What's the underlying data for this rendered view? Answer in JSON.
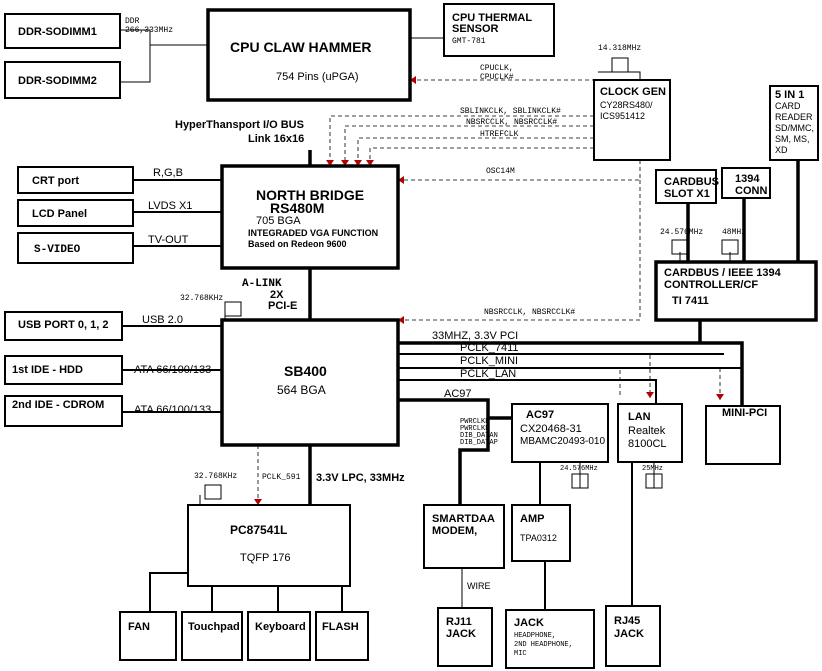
{
  "blocks": {
    "ddr1": "DDR-SODIMM1",
    "ddr2": "DDR-SODIMM2",
    "cpu_title": "CPU CLAW HAMMER",
    "cpu_pins": "754 Pins  (uPGA)",
    "thermal_l1": "CPU THERMAL",
    "thermal_l2": "SENSOR",
    "thermal_part": "GMT-781",
    "clock_title": "CLOCK GEN",
    "clock_l2": "CY28RS480/",
    "clock_l3": "ICS951412",
    "nb_l1": "NORTH BRIDGE",
    "nb_l2": "RS480M",
    "nb_l3": "705 BGA",
    "nb_l4": "INTEGRADED VGA FUNCTION",
    "nb_l5": "Based on Redeon 9600",
    "crt": "CRT port",
    "lcd": "LCD Panel",
    "svideo": "S-VIDEO",
    "card_l1": "5 IN 1",
    "card_l2": "CARD",
    "card_l3": "READER",
    "card_l4": "SD/MMC,",
    "card_l5": "SM, MS,",
    "card_l6": "XD",
    "cardbus_slot_l1": "CARDBUS",
    "cardbus_slot_l2": "SLOT X1",
    "conn1394_l1": "1394",
    "conn1394_l2": "CONN",
    "cbctl_l1": "CARDBUS / IEEE 1394",
    "cbctl_l2": "CONTROLLER/CF",
    "cbctl_l3": "TI 7411",
    "usb": "USB PORT 0, 1, 2",
    "hdd": "1st IDE  - HDD",
    "cdrom": "2nd IDE  - CDROM",
    "sb_l1": "SB400",
    "sb_l2": "564 BGA",
    "ac97_l1": "AC97",
    "ac97_l2": "CX20468-31",
    "ac97_l3": "MBAMC20493-010",
    "lan_l1": "LAN",
    "lan_l2": "Realtek",
    "lan_l3": "8100CL",
    "minipci": "MINI-PCI",
    "sio_l1": "PC87541L",
    "sio_l2": "TQFP 176",
    "modem_l1": "SMARTDAA",
    "modem_l2": "MODEM,",
    "amp_l1": "AMP",
    "amp_l2": "TPA0312",
    "rj11_l1": "RJ11",
    "rj11_l2": "JACK",
    "jack_l1": "JACK",
    "jack_l2": "HEADPHONE,",
    "jack_l3": "2ND HEADPHONE,",
    "jack_l4": "MIC",
    "rj45_l1": "RJ45",
    "rj45_l2": "JACK",
    "fan": "FAN",
    "touchpad": "Touchpad",
    "keyboard": "Keyboard",
    "flash": "FLASH"
  },
  "labels": {
    "ddr_l1": "DDR",
    "ddr_l2": "266,333MHz",
    "cpuclk_l1": "CPUCLK,",
    "cpuclk_l2": "CPUCLK#",
    "xtal_clock": "14.318MHz",
    "sblink": "SBLINKCLK, SBLINKCLK#",
    "nbsrc_top": "NBSRCCLK, NBSRCCLK#",
    "htref": "HTREFCLK",
    "osc14": "OSC14M",
    "ht_l1": "HyperThansport I/O BUS",
    "ht_l2": "Link 16x16",
    "rgb": "R,G,B",
    "lvds": "LVDS X1",
    "tvout": "TV-OUT",
    "xtal_cb1": "24.576MHz",
    "xtal_cb2": "48MHz",
    "alink_l1": "A-LINK",
    "alink_l2": "2X",
    "alink_l3": "PCI-E",
    "xtal_sb": "32.768KHz",
    "usb20": "USB 2.0",
    "ata1": "ATA 66/100/133",
    "ata2": "ATA 66/100/133",
    "nbsrc_bottom": "NBSRCCLK, NBSRCCLK#",
    "pci33": "33MHZ, 3.3V PCI",
    "pclk7411": "PCLK_7411",
    "pclkmini": "PCLK_MINI",
    "pclklan": "PCLK_LAN",
    "ac97bus": "AC97",
    "pwr1": "PWRCLKP",
    "pwr2": "PWRCLKN",
    "pwr3": "DIB_DATAN",
    "pwr4": "DIB_DATAP",
    "xtal_ac97": "24.576MHz",
    "xtal_lan": "25MHz",
    "xtal_sio": "32.768KHz",
    "pclk591": "PCLK_591",
    "lpc": "3.3V LPC, 33MHz",
    "wire": "WIRE"
  }
}
